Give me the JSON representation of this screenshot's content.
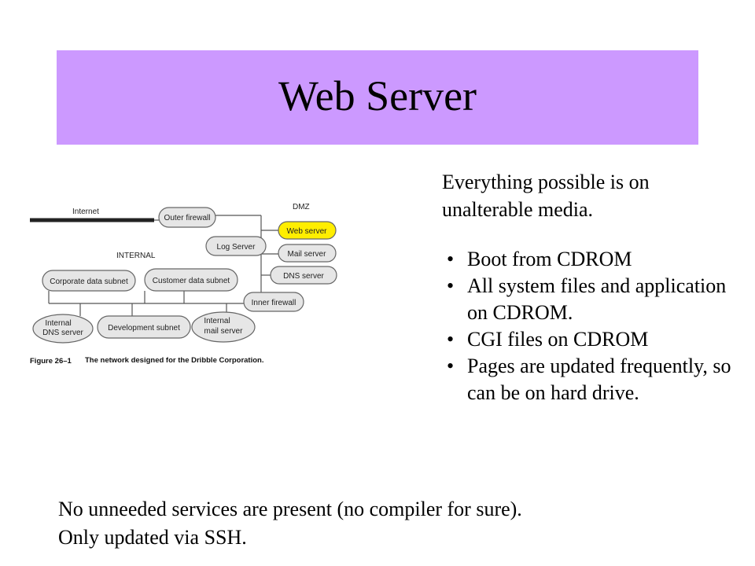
{
  "slide": {
    "title": "Web Server",
    "intro": "Everything possible is on unalterable media.",
    "bullets": [
      "Boot from CDROM",
      "All system files and application on CDROM.",
      "CGI files on CDROM",
      "Pages are updated frequently, so can be on hard drive."
    ],
    "footer": [
      "No unneeded services are present (no compiler for sure).",
      "Only updated via SSH."
    ]
  },
  "figure": {
    "caption_label": "Figure 26–1",
    "caption_text": "The network designed for the Dribble Corporation.",
    "zones": {
      "internet": "Internet",
      "dmz": "DMZ",
      "internal": "INTERNAL"
    },
    "nodes": {
      "outer_firewall": "Outer firewall",
      "web_server": "Web server",
      "log_server": "Log Server",
      "mail_server": "Mail server",
      "dns_server": "DNS server",
      "corporate_subnet": "Corporate data subnet",
      "customer_subnet": "Customer data subnet",
      "inner_firewall": "Inner firewall",
      "internal_dns_line1": "Internal",
      "internal_dns_line2": "DNS server",
      "development_subnet": "Development subnet",
      "internal_mail_line1": "Internal",
      "internal_mail_line2": "mail server"
    },
    "colors": {
      "web_server_highlight": "#ffee00",
      "node_fill": "#e6e6e6"
    }
  }
}
